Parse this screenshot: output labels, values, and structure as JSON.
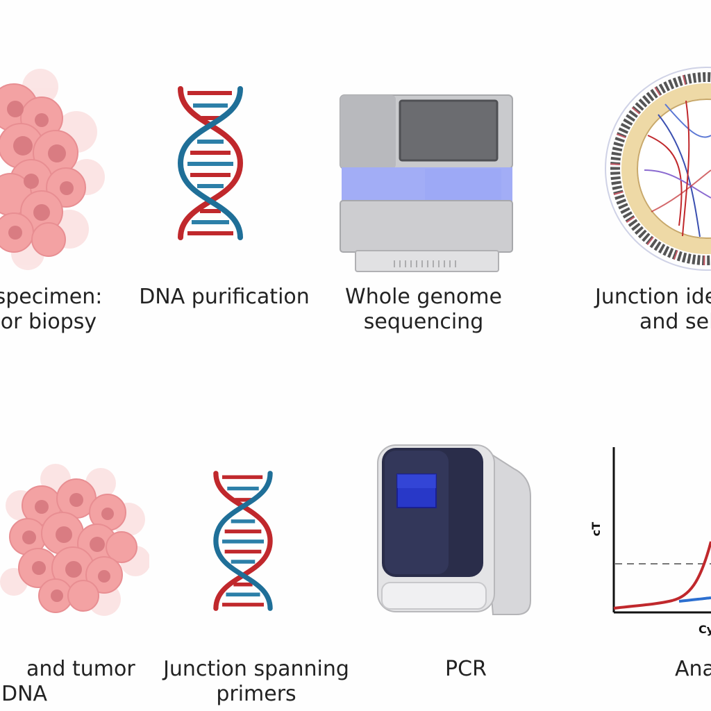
{
  "steps_top": [
    {
      "label_line1": "specimen:",
      "label_line2": "or biopsy",
      "icon": "tumor-cell-cluster-icon"
    },
    {
      "label_line1": "DNA purification",
      "label_line2": "",
      "icon": "dna-helix-icon"
    },
    {
      "label_line1": "Whole genome",
      "label_line2": "sequencing",
      "icon": "sequencer-machine-icon"
    },
    {
      "label_line1": "Junction ide",
      "label_line2": "and sel",
      "icon": "circos-plot-icon"
    }
  ],
  "steps_bottom": [
    {
      "label_line1": "and tumor",
      "label_line2": "DNA",
      "icon": "tumor-cell-cluster-icon"
    },
    {
      "label_line1": "Junction spanning",
      "label_line2": "primers",
      "icon": "dna-helix-icon"
    },
    {
      "label_line1": "PCR",
      "label_line2": "",
      "icon": "pcr-machine-icon"
    },
    {
      "label_line1": "Ana",
      "label_line2": "",
      "icon": "amplification-curve-icon"
    }
  ],
  "curve_plot": {
    "ylabel": "cT",
    "xlabel": "Cy"
  },
  "colors": {
    "cell": "#f2a3a3",
    "dna_red": "#c0282c",
    "dna_blue": "#2c7fa8",
    "sequencer_glow": "#8f9cf5",
    "pcr_screen": "#2838c8"
  }
}
